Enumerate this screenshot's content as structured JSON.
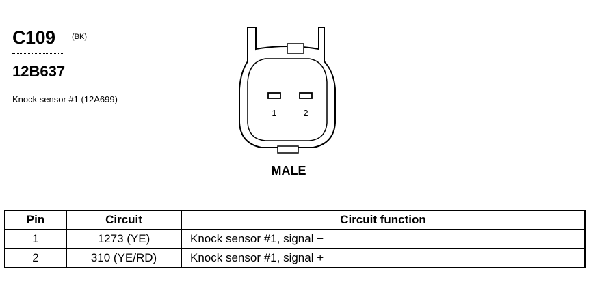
{
  "connector": {
    "id": "C109",
    "color_code": "(BK)",
    "part_number": "12B637",
    "description": "Knock sensor #1 (12A699)",
    "gender": "MALE",
    "pins": [
      "1",
      "2"
    ]
  },
  "table": {
    "headers": [
      "Pin",
      "Circuit",
      "Circuit function"
    ],
    "rows": [
      {
        "pin": "1",
        "circuit": "1273 (YE)",
        "function": "Knock sensor #1, signal −"
      },
      {
        "pin": "2",
        "circuit": "310 (YE/RD)",
        "function": "Knock sensor #1, signal +"
      }
    ]
  }
}
